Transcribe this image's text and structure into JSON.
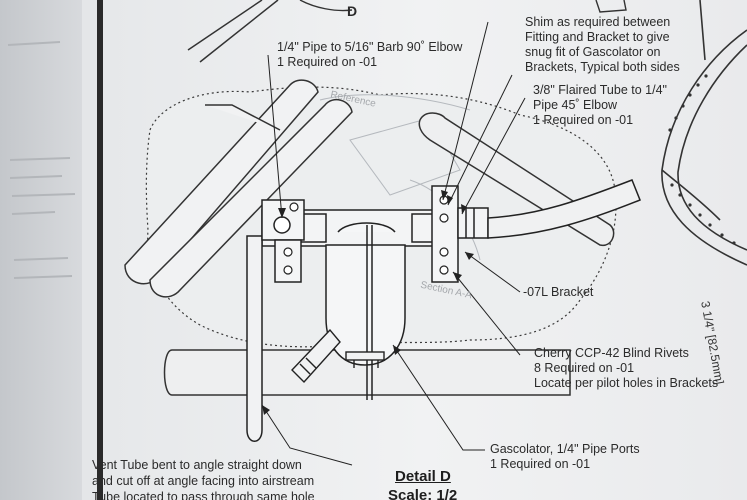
{
  "detail": {
    "view_letter": "D",
    "title": "Detail D",
    "scale": "Scale: 1/2"
  },
  "callouts": {
    "elbow_90": [
      "1/4\" Pipe to 5/16\" Barb 90˚ Elbow",
      "1 Required on -01"
    ],
    "shim": [
      "Shim as required between",
      "Fitting and Bracket to give",
      "snug fit of Gascolator on",
      "Brackets, Typical both sides"
    ],
    "elbow_45": [
      "3/8\" Flaired Tube to 1/4\"",
      "Pipe 45˚ Elbow",
      "1 Required on -01"
    ],
    "bracket": "-07L Bracket",
    "rivets": [
      "Cherry CCP-42 Blind Rivets",
      "8 Required on -01",
      "Locate per pilot holes in Brackets"
    ],
    "gascolator": [
      "Gascolator,  1/4\" Pipe Ports",
      "1 Required on -01"
    ],
    "vent_tube": [
      "Vent Tube bent to angle straight down",
      "and cut off at angle facing into airstream",
      "Tube located to pass through same hole"
    ]
  },
  "dimension": "3 1/4\"  [82.5mm]",
  "ghost_labels": [
    "Reference",
    "Section A-A"
  ]
}
